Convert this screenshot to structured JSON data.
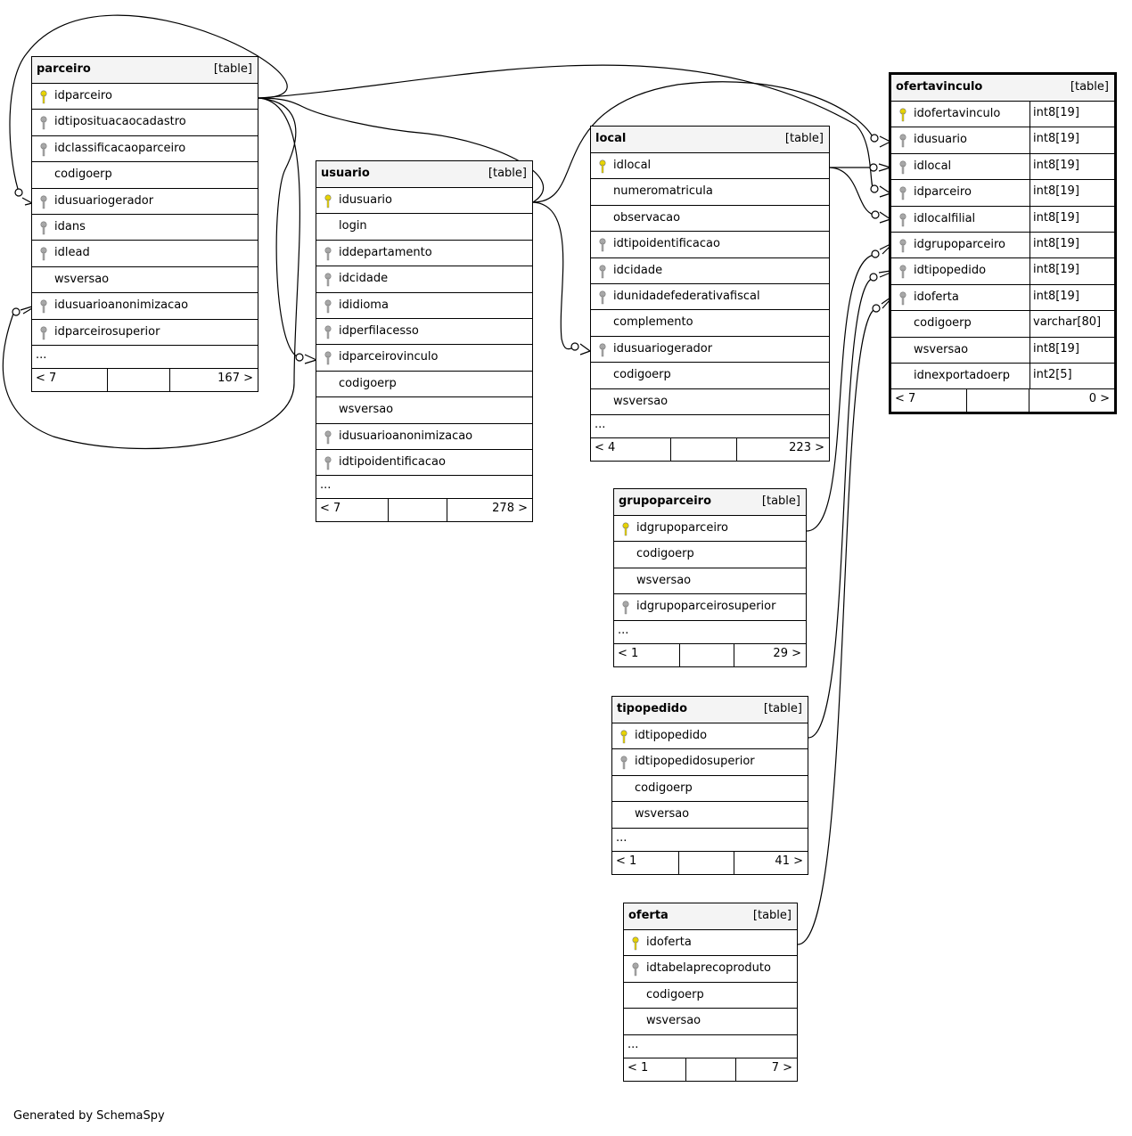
{
  "tables": [
    {
      "id": "parceiro",
      "name": "parceiro",
      "type": "[table]",
      "columns": [
        {
          "name": "idparceiro",
          "key": "pk"
        },
        {
          "name": "idtiposituacaocadastro",
          "key": "fk"
        },
        {
          "name": "idclassificacaoparceiro",
          "key": "fk"
        },
        {
          "name": "codigoerp",
          "key": ""
        },
        {
          "name": "idusuariogerador",
          "key": "fk"
        },
        {
          "name": "idans",
          "key": "fk"
        },
        {
          "name": "idlead",
          "key": "fk"
        },
        {
          "name": "wsversao",
          "key": ""
        },
        {
          "name": "idusuarioanonimizacao",
          "key": "fk"
        },
        {
          "name": "idparceirosuperior",
          "key": "fk"
        }
      ],
      "ellipsis": "...",
      "footer": {
        "left": "< 7",
        "right": "167 >"
      }
    },
    {
      "id": "usuario",
      "name": "usuario",
      "type": "[table]",
      "columns": [
        {
          "name": "idusuario",
          "key": "pk"
        },
        {
          "name": "login",
          "key": ""
        },
        {
          "name": "iddepartamento",
          "key": "fk"
        },
        {
          "name": "idcidade",
          "key": "fk"
        },
        {
          "name": "ididioma",
          "key": "fk"
        },
        {
          "name": "idperfilacesso",
          "key": "fk"
        },
        {
          "name": "idparceirovinculo",
          "key": "fk"
        },
        {
          "name": "codigoerp",
          "key": ""
        },
        {
          "name": "wsversao",
          "key": ""
        },
        {
          "name": "idusuarioanonimizacao",
          "key": "fk"
        },
        {
          "name": "idtipoidentificacao",
          "key": "fk"
        }
      ],
      "ellipsis": "...",
      "footer": {
        "left": "< 7",
        "right": "278 >"
      }
    },
    {
      "id": "local",
      "name": "local",
      "type": "[table]",
      "columns": [
        {
          "name": "idlocal",
          "key": "pk"
        },
        {
          "name": "numeromatricula",
          "key": ""
        },
        {
          "name": "observacao",
          "key": ""
        },
        {
          "name": "idtipoidentificacao",
          "key": "fk"
        },
        {
          "name": "idcidade",
          "key": "fk"
        },
        {
          "name": "idunidadefederativafiscal",
          "key": "fk"
        },
        {
          "name": "complemento",
          "key": ""
        },
        {
          "name": "idusuariogerador",
          "key": "fk"
        },
        {
          "name": "codigoerp",
          "key": ""
        },
        {
          "name": "wsversao",
          "key": ""
        }
      ],
      "ellipsis": "...",
      "footer": {
        "left": "< 4",
        "right": "223 >"
      }
    },
    {
      "id": "ofertavinculo",
      "name": "ofertavinculo",
      "type": "[table]",
      "focus": true,
      "columns": [
        {
          "name": "idofertavinculo",
          "key": "pk",
          "type": "int8[19]"
        },
        {
          "name": "idusuario",
          "key": "fk",
          "type": "int8[19]"
        },
        {
          "name": "idlocal",
          "key": "fk",
          "type": "int8[19]"
        },
        {
          "name": "idparceiro",
          "key": "fk",
          "type": "int8[19]"
        },
        {
          "name": "idlocalfilial",
          "key": "fk",
          "type": "int8[19]"
        },
        {
          "name": "idgrupoparceiro",
          "key": "fk",
          "type": "int8[19]"
        },
        {
          "name": "idtipopedido",
          "key": "fk",
          "type": "int8[19]"
        },
        {
          "name": "idoferta",
          "key": "fk",
          "type": "int8[19]"
        },
        {
          "name": "codigoerp",
          "key": "",
          "type": "varchar[80]"
        },
        {
          "name": "wsversao",
          "key": "",
          "type": "int8[19]"
        },
        {
          "name": "idnexportadoerp",
          "key": "",
          "type": "int2[5]"
        }
      ],
      "ellipsis": "",
      "footer": {
        "left": "< 7",
        "right": "0 >"
      }
    },
    {
      "id": "grupoparceiro",
      "name": "grupoparceiro",
      "type": "[table]",
      "columns": [
        {
          "name": "idgrupoparceiro",
          "key": "pk"
        },
        {
          "name": "codigoerp",
          "key": ""
        },
        {
          "name": "wsversao",
          "key": ""
        },
        {
          "name": "idgrupoparceirosuperior",
          "key": "fk"
        }
      ],
      "ellipsis": "...",
      "footer": {
        "left": "< 1",
        "right": "29 >"
      }
    },
    {
      "id": "tipopedido",
      "name": "tipopedido",
      "type": "[table]",
      "columns": [
        {
          "name": "idtipopedido",
          "key": "pk"
        },
        {
          "name": "idtipopedidosuperior",
          "key": "fk"
        },
        {
          "name": "codigoerp",
          "key": ""
        },
        {
          "name": "wsversao",
          "key": ""
        }
      ],
      "ellipsis": "...",
      "footer": {
        "left": "< 1",
        "right": "41 >"
      }
    },
    {
      "id": "oferta",
      "name": "oferta",
      "type": "[table]",
      "columns": [
        {
          "name": "idoferta",
          "key": "pk"
        },
        {
          "name": "idtabelaprecoproduto",
          "key": "fk"
        },
        {
          "name": "codigoerp",
          "key": ""
        },
        {
          "name": "wsversao",
          "key": ""
        }
      ],
      "ellipsis": "...",
      "footer": {
        "left": "< 1",
        "right": "7 >"
      }
    }
  ],
  "colors": {
    "pk_key": "#e8d400",
    "fk_key": "#a8a8a8",
    "header_bg": "#f4f4f4",
    "line": "#000000"
  },
  "generated_by": "Generated by SchemaSpy"
}
